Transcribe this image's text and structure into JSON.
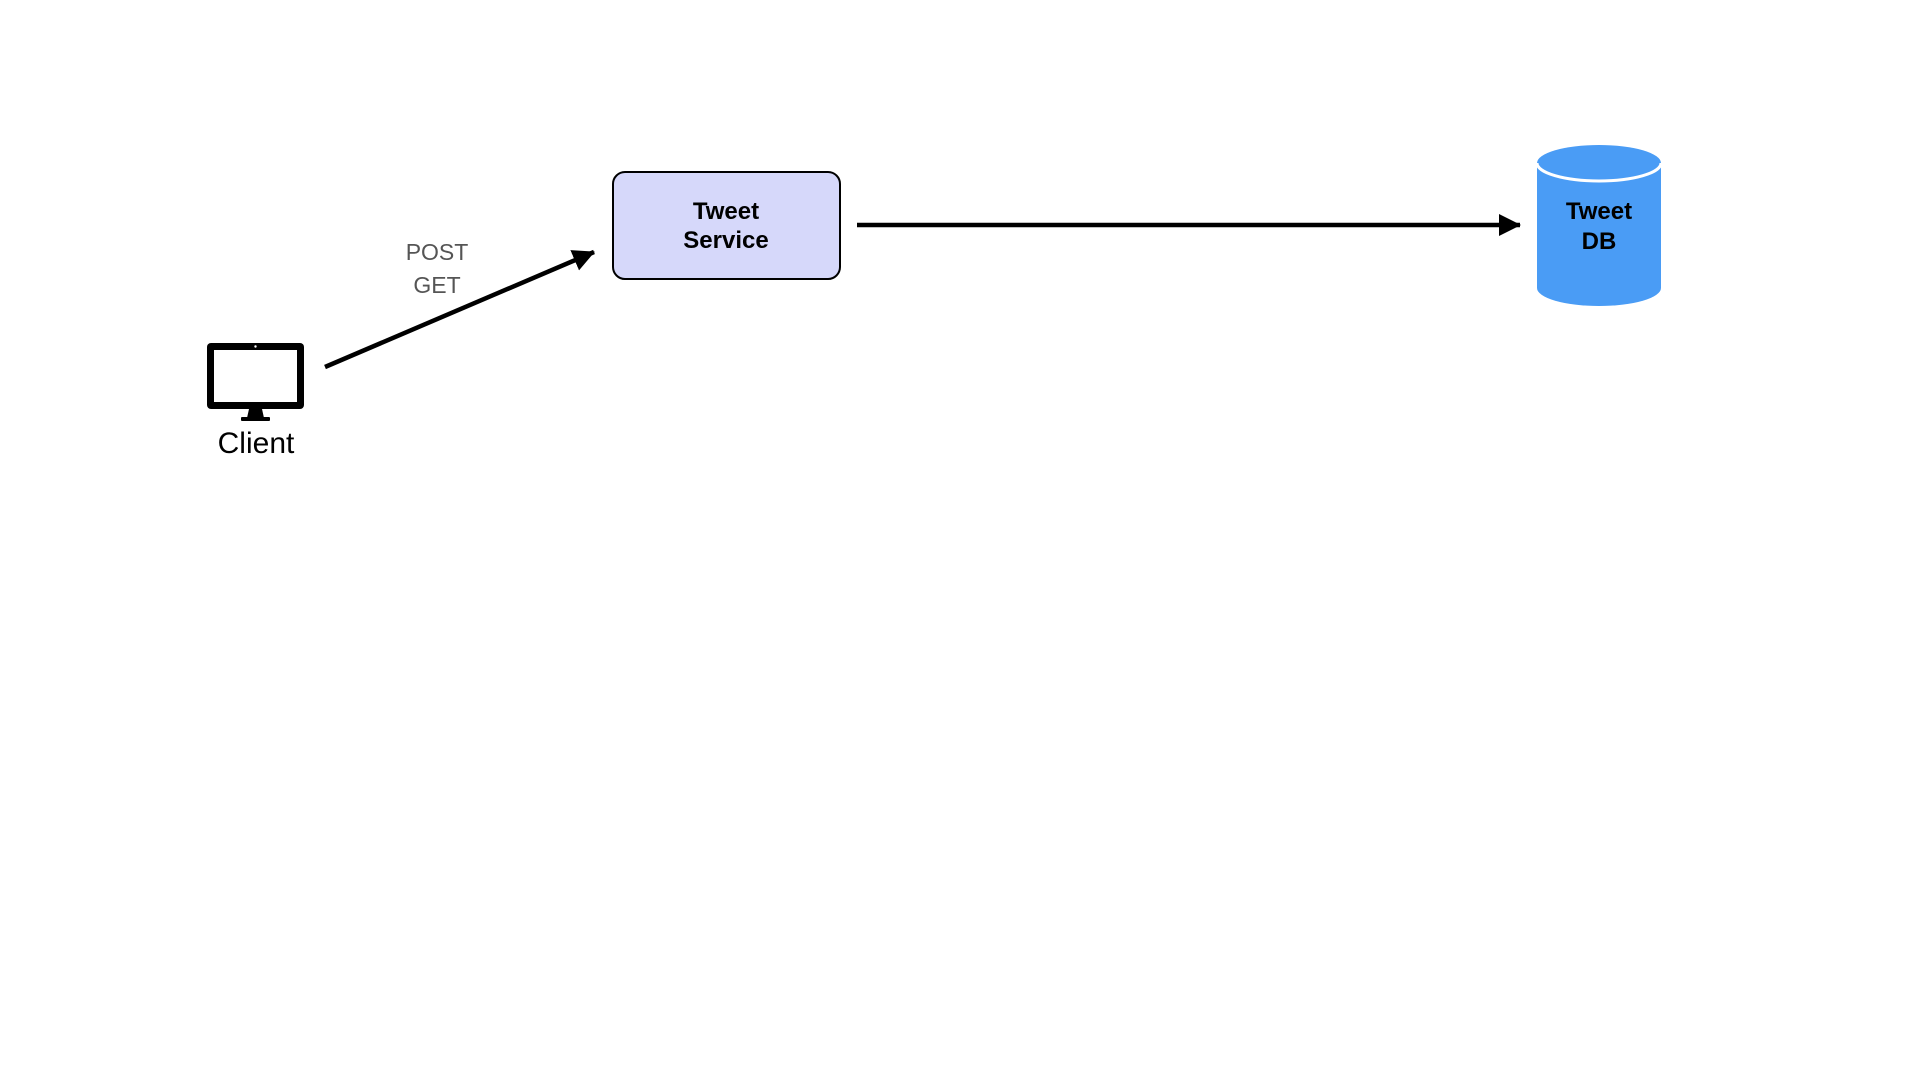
{
  "diagram": {
    "nodes": {
      "client": {
        "label": "Client",
        "icon": "monitor-icon"
      },
      "tweet_service": {
        "line1": "Tweet",
        "line2": "Service",
        "fill": "#d6d8fa",
        "stroke": "#000000"
      },
      "tweet_db": {
        "line1": "Tweet",
        "line2": "DB",
        "fill": "#4a9cf5",
        "stroke": "#ffffff"
      }
    },
    "edges": {
      "client_to_service": {
        "label_line1": "POST",
        "label_line2": "GET"
      },
      "service_to_db": {}
    }
  }
}
